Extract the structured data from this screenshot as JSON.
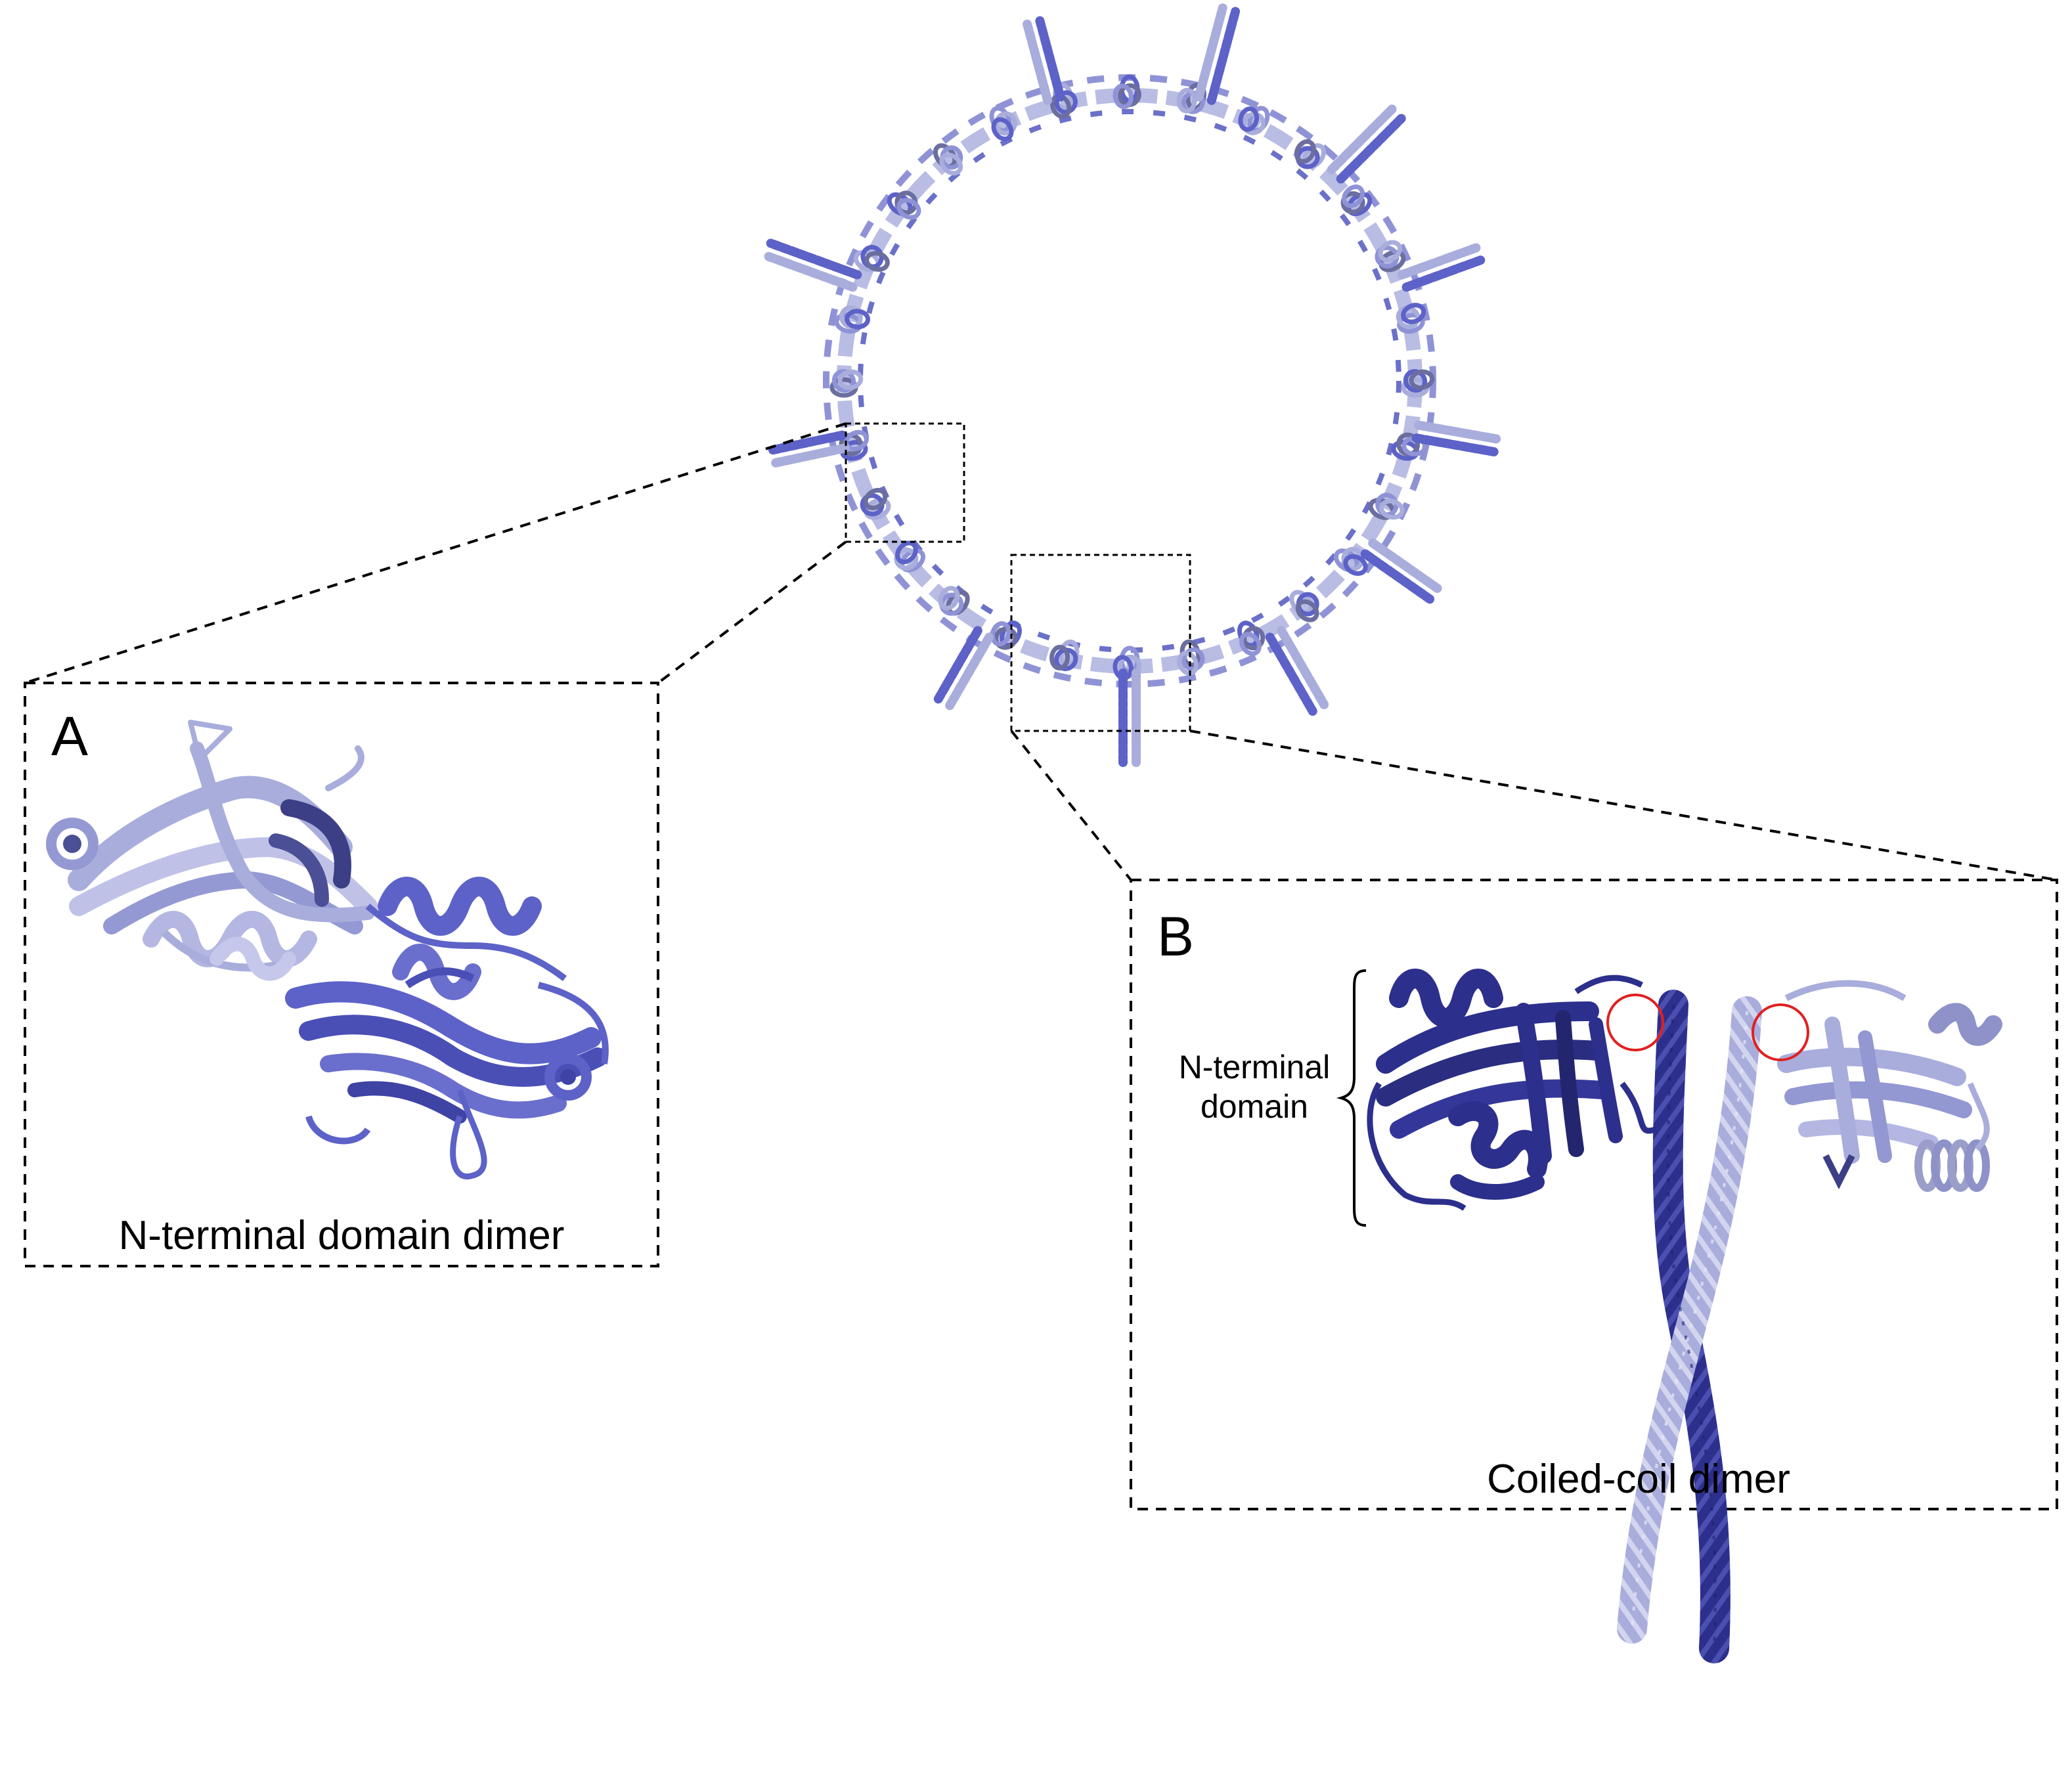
{
  "panel_a": {
    "letter": "A",
    "caption": "N-terminal domain dimer"
  },
  "panel_b": {
    "letter": "B",
    "caption": "Coiled-coil dimer",
    "bracket_label_line1": "N-terminal",
    "bracket_label_line2": "domain"
  },
  "colors": {
    "light_chain": "#a9addc",
    "medium_chain": "#5d62c8",
    "dark_chain": "#2c2f8c",
    "highlight_circle": "#e02020",
    "dashed_line": "#000000"
  }
}
